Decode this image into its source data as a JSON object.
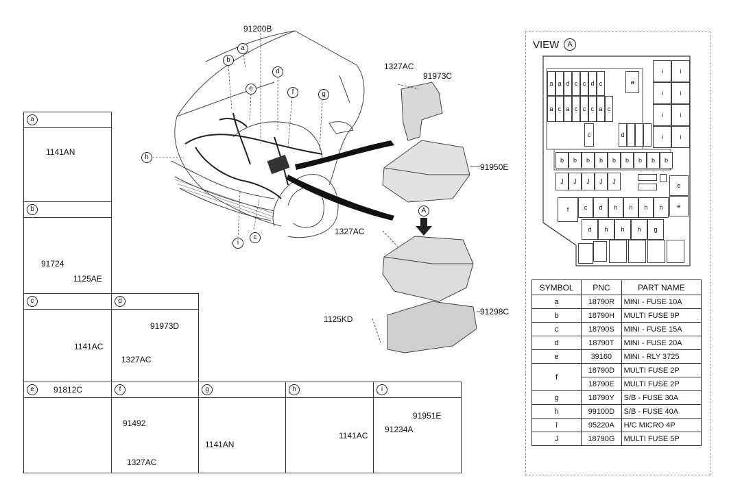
{
  "main_diagram": {
    "title_code": "91200B",
    "callouts": [
      "a",
      "b",
      "c",
      "d",
      "e",
      "f",
      "g",
      "h",
      "i"
    ],
    "codes": {
      "p1327ac_top": "1327AC",
      "p91973c": "91973C",
      "p91950e": "91950E",
      "p1327ac_mid": "1327AC",
      "pA": "A",
      "p1125kd": "1125KD",
      "p91298c": "91298C"
    }
  },
  "detail_boxes": {
    "a": {
      "symbol": "a",
      "parts": [
        "1141AN"
      ]
    },
    "b": {
      "symbol": "b",
      "parts": [
        "91724",
        "1125AE"
      ]
    },
    "c": {
      "symbol": "c",
      "parts": [
        "1141AC"
      ]
    },
    "d": {
      "symbol": "d",
      "parts": [
        "91973D",
        "1327AC"
      ]
    },
    "e": {
      "symbol": "e",
      "parts": [
        "91812C"
      ]
    },
    "f": {
      "symbol": "f",
      "parts": [
        "91492",
        "1327AC"
      ]
    },
    "g": {
      "symbol": "g",
      "parts": [
        "1141AN"
      ]
    },
    "h": {
      "symbol": "h",
      "parts": [
        "1141AC"
      ]
    },
    "i": {
      "symbol": "i",
      "parts": [
        "91951E",
        "91234A"
      ]
    }
  },
  "view": {
    "title": "VIEW",
    "marker": "A",
    "fuse_rows": {
      "row1": [
        "a",
        "a",
        "d",
        "c",
        "c",
        "d",
        "c"
      ],
      "row1_extra": "a",
      "row2": [
        "a",
        "c",
        "a",
        "c",
        "c",
        "c",
        "a",
        "c"
      ],
      "row3_c": "c",
      "row3_d": "d",
      "b_row": [
        "b",
        "b",
        "b",
        "b",
        "b",
        "b",
        "b",
        "b",
        "b"
      ],
      "j_row": [
        "J",
        "J",
        "J",
        "J",
        "J"
      ],
      "mid_row": [
        "c",
        "d",
        "h",
        "h",
        "h",
        "h"
      ],
      "f_cell": "f",
      "e_cells": [
        "e",
        "e"
      ],
      "low_row": [
        "d",
        "h",
        "h",
        "h",
        "g"
      ],
      "i_cells": [
        "i",
        "i",
        "i",
        "i",
        "i",
        "i",
        "i",
        "i"
      ]
    }
  },
  "legend": {
    "headers": [
      "SYMBOL",
      "PNC",
      "PART NAME"
    ],
    "rows": [
      {
        "symbol": "a",
        "pnc": "18790R",
        "name": "MINI - FUSE 10A"
      },
      {
        "symbol": "b",
        "pnc": "18790H",
        "name": "MULTI FUSE 9P"
      },
      {
        "symbol": "c",
        "pnc": "18790S",
        "name": "MINI - FUSE 15A"
      },
      {
        "symbol": "d",
        "pnc": "18790T",
        "name": "MINI - FUSE 20A"
      },
      {
        "symbol": "e",
        "pnc": "39160",
        "name": "MINI - RLY 3725"
      },
      {
        "symbol": "f",
        "pnc": "18790D",
        "name": "MULTI FUSE 2P"
      },
      {
        "symbol": "",
        "pnc": "18790E",
        "name": "MULTI FUSE 2P"
      },
      {
        "symbol": "g",
        "pnc": "18790Y",
        "name": "S/B - FUSE 30A"
      },
      {
        "symbol": "h",
        "pnc": "99100D",
        "name": "S/B - FUSE 40A"
      },
      {
        "symbol": "i",
        "pnc": "95220A",
        "name": "H/C MICRO 4P"
      },
      {
        "symbol": "J",
        "pnc": "18790G",
        "name": "MULTI FUSE 5P"
      }
    ]
  },
  "colors": {
    "line": "#333333",
    "shade": "#cfcfcf",
    "dark": "#555555"
  }
}
